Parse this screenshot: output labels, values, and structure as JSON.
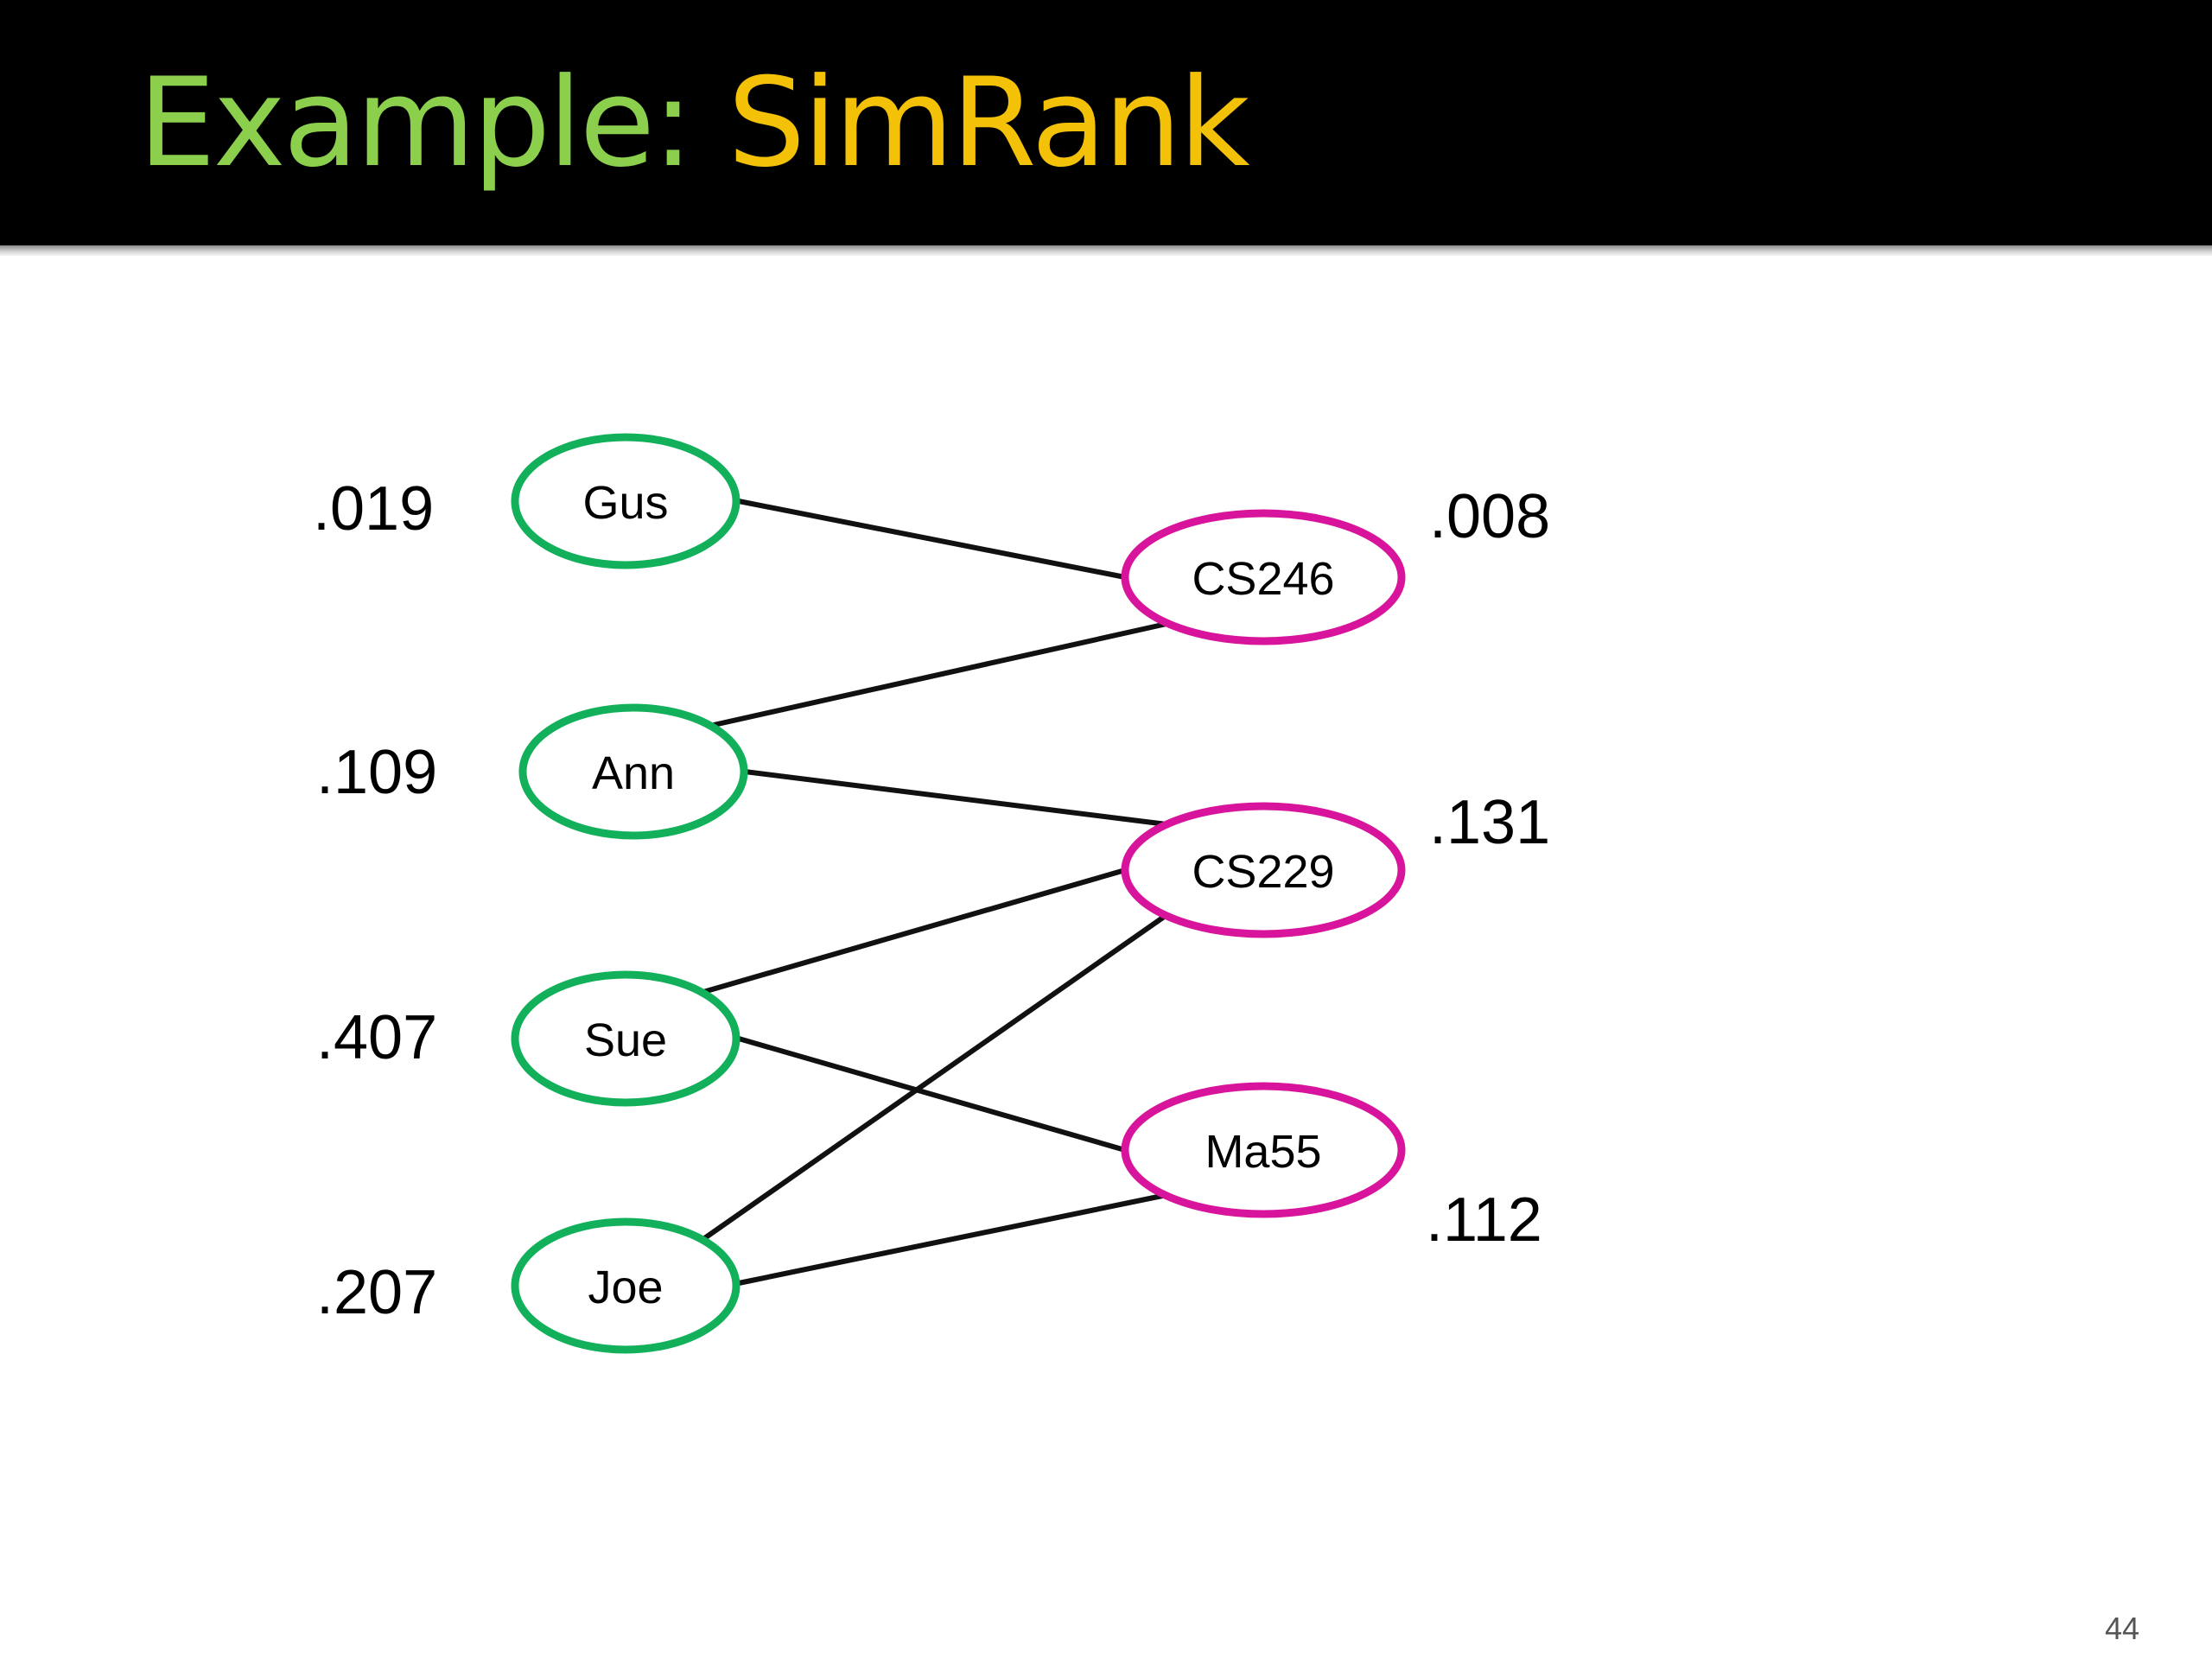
{
  "slide": {
    "title_part1": "Example: ",
    "title_part2": "SimRank",
    "page_number": "44",
    "colors": {
      "title_bar": "#000000",
      "title_part1": "#8ccf4d",
      "title_part2": "#f3c108",
      "user_node": "#12b05a",
      "course_node": "#d7149b",
      "edge": "#111111"
    }
  },
  "graph": {
    "users": [
      {
        "id": "gus",
        "label": "Gus",
        "score": ".019"
      },
      {
        "id": "ann",
        "label": "Ann",
        "score": ".109"
      },
      {
        "id": "sue",
        "label": "Sue",
        "score": ".407"
      },
      {
        "id": "joe",
        "label": "Joe",
        "score": ".207"
      }
    ],
    "courses": [
      {
        "id": "cs246",
        "label": "CS246",
        "score": ".008"
      },
      {
        "id": "cs229",
        "label": "CS229",
        "score": ".131"
      },
      {
        "id": "ma55",
        "label": "Ma55",
        "score": ".112"
      }
    ],
    "edges": [
      {
        "from": "Gus",
        "to": "CS246"
      },
      {
        "from": "Ann",
        "to": "CS246"
      },
      {
        "from": "Ann",
        "to": "CS229"
      },
      {
        "from": "Sue",
        "to": "CS229"
      },
      {
        "from": "Sue",
        "to": "Ma55"
      },
      {
        "from": "Joe",
        "to": "CS229"
      },
      {
        "from": "Joe",
        "to": "Ma55"
      }
    ]
  }
}
